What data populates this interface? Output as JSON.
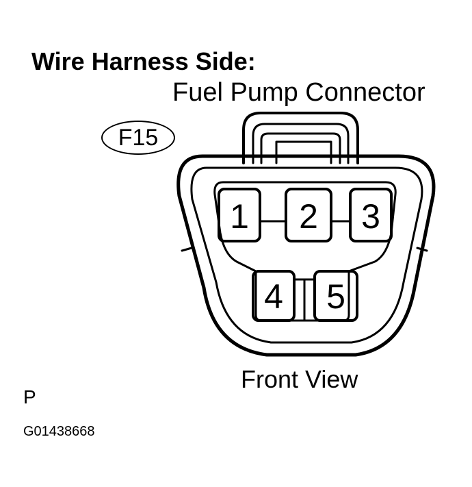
{
  "header": {
    "heading": "Wire Harness Side:",
    "subheading": "Fuel Pump Connector"
  },
  "connector": {
    "code": "F15",
    "view_label": "Front View",
    "pins": [
      "1",
      "2",
      "3",
      "4",
      "5"
    ]
  },
  "footer": {
    "mark": "P",
    "figure_id": "G01438668"
  }
}
